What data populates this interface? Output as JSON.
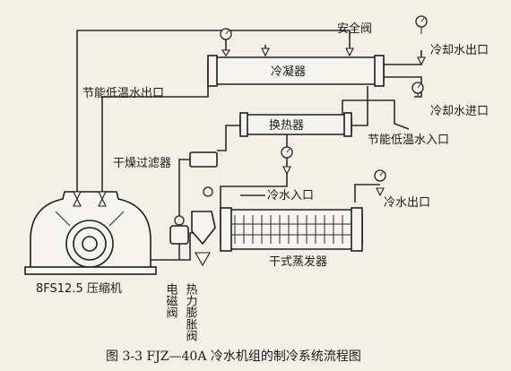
{
  "caption": "图 3-3   FJZ—40A 冷水机组的制冷系统流程图",
  "labels": {
    "safety_valve": "安全阀",
    "cooling_water_outlet": "冷却水出口",
    "cooling_water_inlet": "冷却水进口",
    "condenser": "冷凝器",
    "energy_saving_outlet": "节能低温水出口",
    "energy_saving_inlet": "节能低温水入口",
    "heat_exchanger": "换热器",
    "dry_filter": "干燥过滤器",
    "chilled_water_inlet": "冷水入口",
    "chilled_water_outlet": "冷水出口",
    "dry_evaporator": "干式蒸发器",
    "compressor": "8FS12.5 压缩机",
    "solenoid_valve": "电磁阀",
    "expansion_valve": "热力膨胀阀"
  }
}
